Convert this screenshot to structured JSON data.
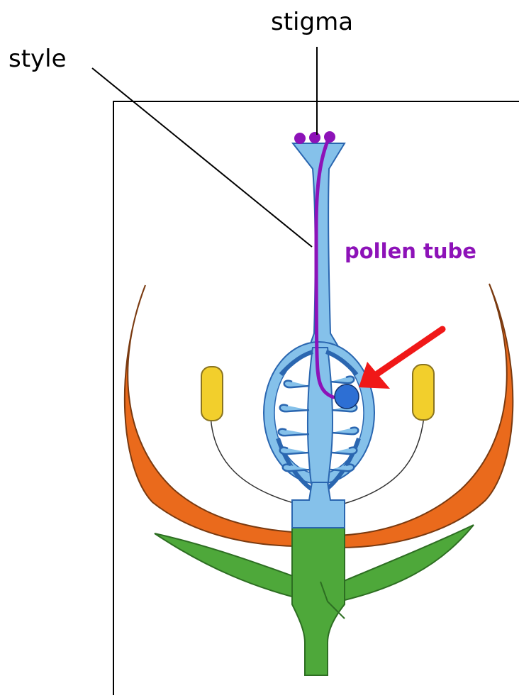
{
  "labels": {
    "stigma": "stigma",
    "style": "style",
    "pollen_tube": "pollen tube"
  },
  "colors": {
    "pistil": "#85c1ea",
    "pistil_outline": "#2a66b0",
    "petal": "#ea6a1c",
    "sepal": "#4ea83a",
    "anther": "#f2cf2c",
    "pollen_tube": "#8d12b8",
    "egg": "#2d6fd4",
    "arrow": "#f01818",
    "leader": "#000000"
  }
}
